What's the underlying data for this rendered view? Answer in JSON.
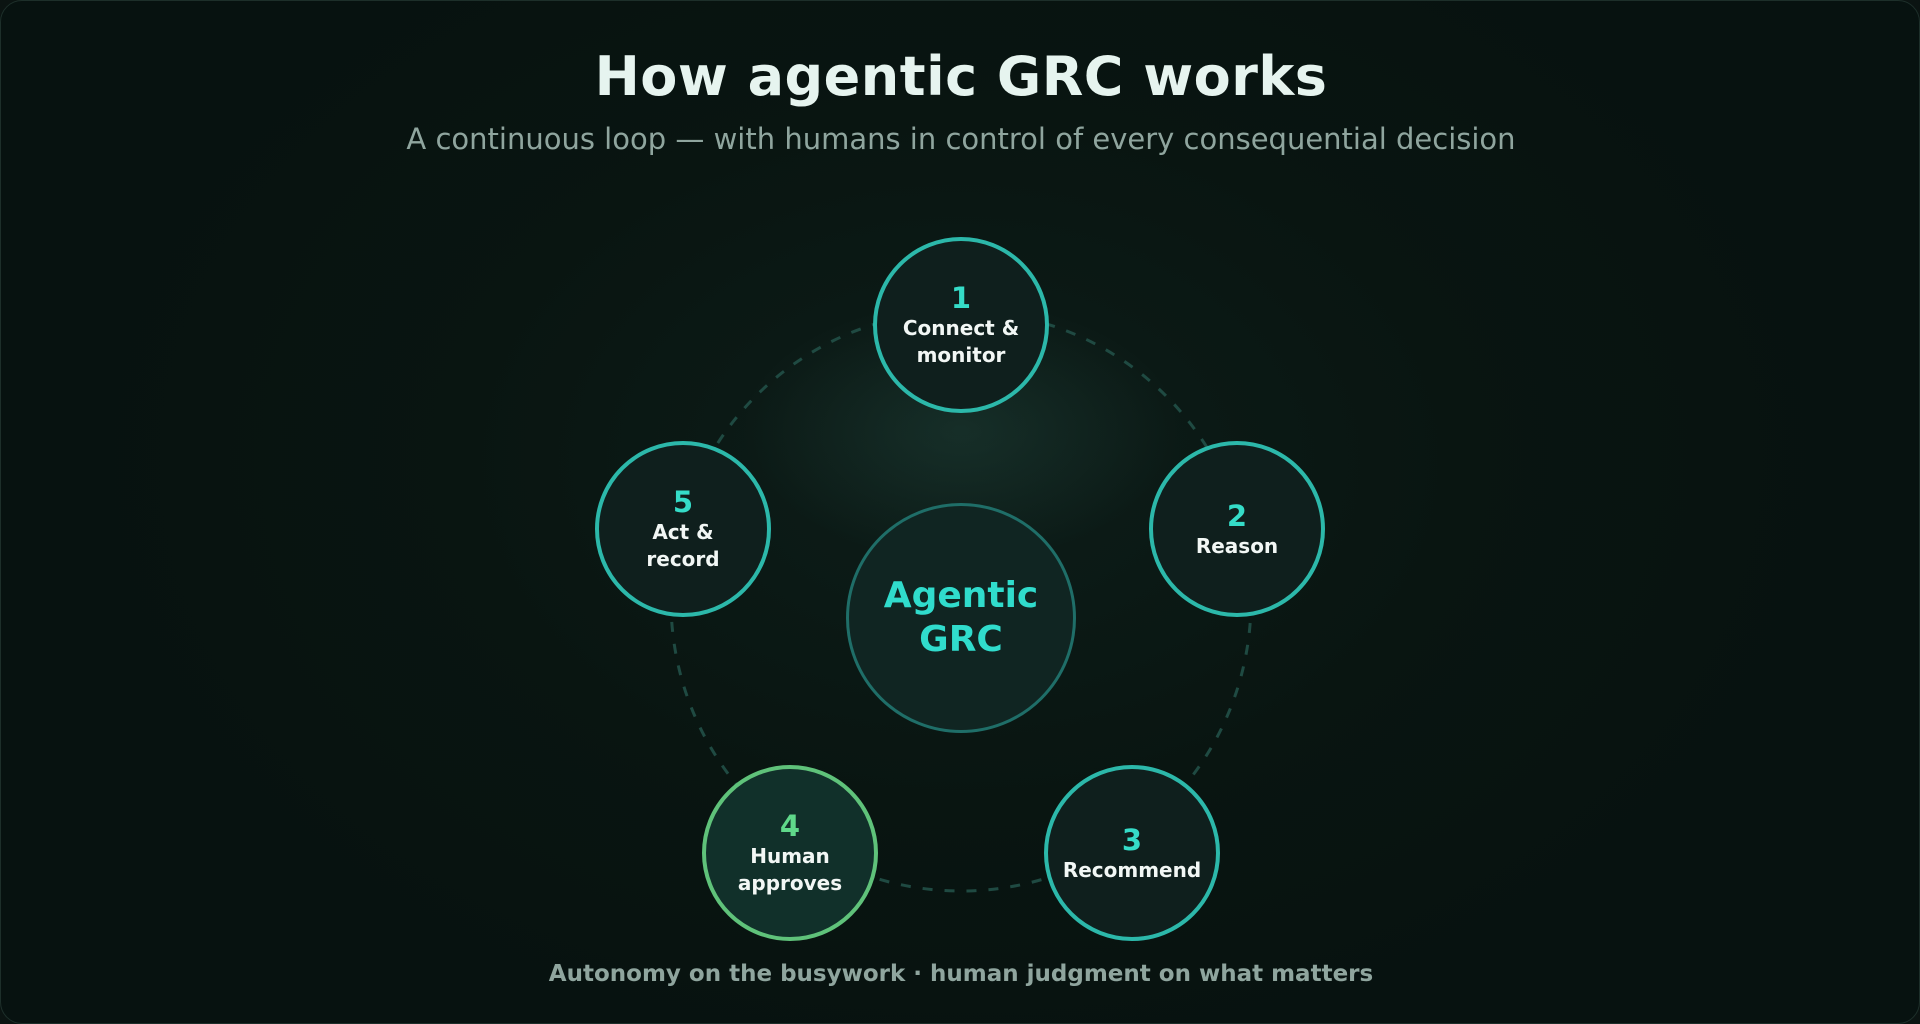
{
  "title": "How agentic GRC works",
  "subtitle": "A continuous loop — with humans in control of every consequential decision",
  "hub": {
    "label": "Agentic\nGRC"
  },
  "steps": [
    {
      "num": "1",
      "label": "Connect &\nmonitor"
    },
    {
      "num": "2",
      "label": "Reason"
    },
    {
      "num": "3",
      "label": "Recommend"
    },
    {
      "num": "4",
      "label": "Human\napproves"
    },
    {
      "num": "5",
      "label": "Act &\nrecord"
    }
  ],
  "footer": "Autonomy on the busywork · human judgment on what matters",
  "colors": {
    "accent": "#35dcc8",
    "ring": "#2cb8aa",
    "human": "#5fc27a",
    "background": "#091511"
  }
}
